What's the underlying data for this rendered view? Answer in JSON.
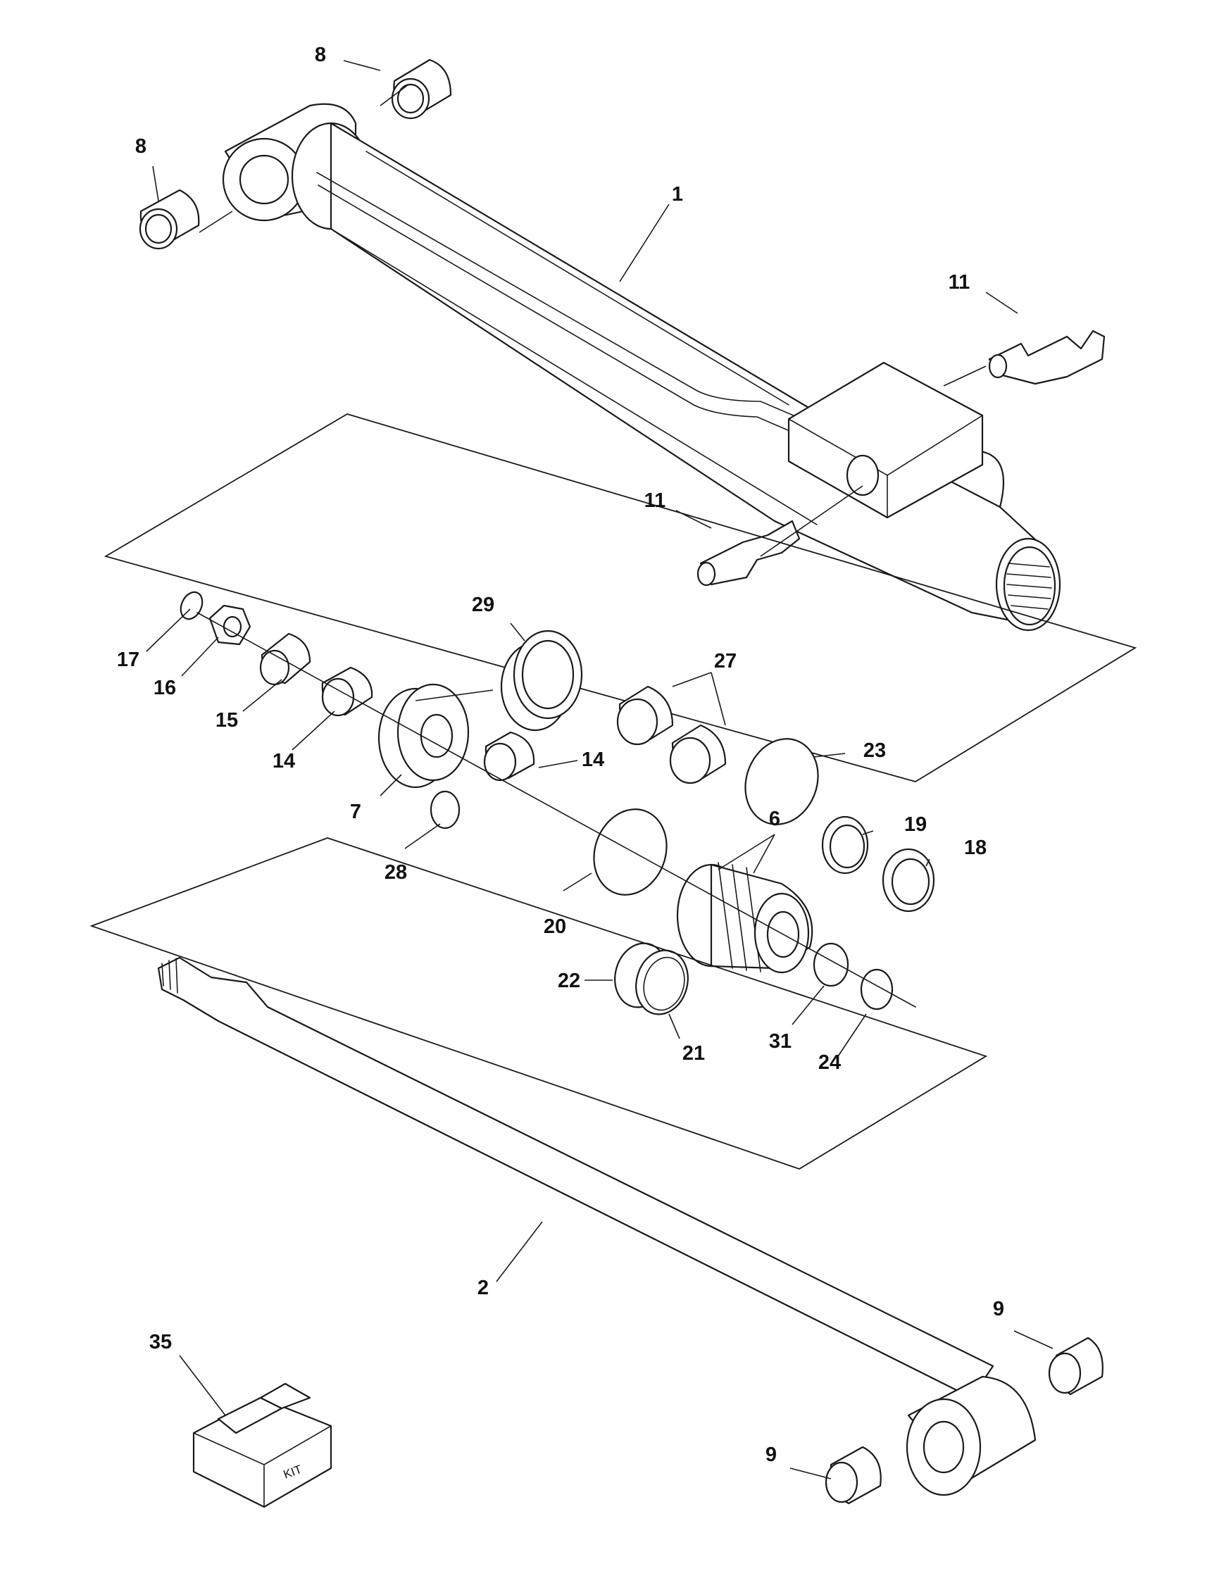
{
  "diagram": {
    "callouts": [
      {
        "id": "c8a",
        "label": "8"
      },
      {
        "id": "c8b",
        "label": "8"
      },
      {
        "id": "c1",
        "label": "1"
      },
      {
        "id": "c11a",
        "label": "11"
      },
      {
        "id": "c11b",
        "label": "11"
      },
      {
        "id": "c29",
        "label": "29"
      },
      {
        "id": "c27",
        "label": "27"
      },
      {
        "id": "c17",
        "label": "17"
      },
      {
        "id": "c16",
        "label": "16"
      },
      {
        "id": "c15",
        "label": "15"
      },
      {
        "id": "c14a",
        "label": "14"
      },
      {
        "id": "c14b",
        "label": "14"
      },
      {
        "id": "c7",
        "label": "7"
      },
      {
        "id": "c28",
        "label": "28"
      },
      {
        "id": "c23",
        "label": "23"
      },
      {
        "id": "c6",
        "label": "6"
      },
      {
        "id": "c19",
        "label": "19"
      },
      {
        "id": "c18",
        "label": "18"
      },
      {
        "id": "c20",
        "label": "20"
      },
      {
        "id": "c22",
        "label": "22"
      },
      {
        "id": "c21",
        "label": "21"
      },
      {
        "id": "c31",
        "label": "31"
      },
      {
        "id": "c24",
        "label": "24"
      },
      {
        "id": "c2",
        "label": "2"
      },
      {
        "id": "c9a",
        "label": "9"
      },
      {
        "id": "c9b",
        "label": "9"
      },
      {
        "id": "c35",
        "label": "35"
      }
    ],
    "kit_label": "KIT"
  }
}
